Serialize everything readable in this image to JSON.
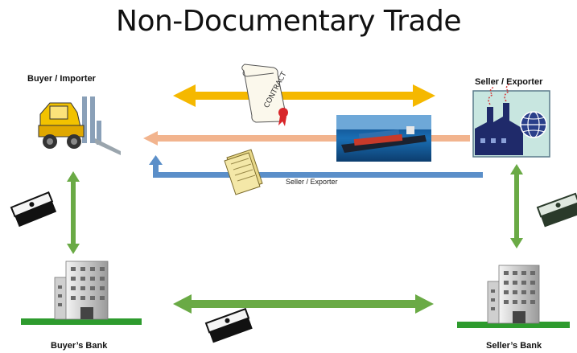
{
  "title": "Non-Documentary Trade",
  "parties": {
    "buyer": "Buyer / Importer",
    "seller": "Seller / Exporter",
    "buyer_bank": "Buyer’s Bank",
    "seller_bank": "Seller’s Bank"
  },
  "flows": {
    "documents_label": "Seller / Exporter",
    "contract_stamp": "CONTRACT"
  },
  "colors": {
    "contract_arrow": "#F5B800",
    "goods_arrow": "#F2B48E",
    "documents_arrow": "#5B8FC9",
    "payment_arrow": "#6AAA45",
    "ground": "#2E9B2E"
  }
}
